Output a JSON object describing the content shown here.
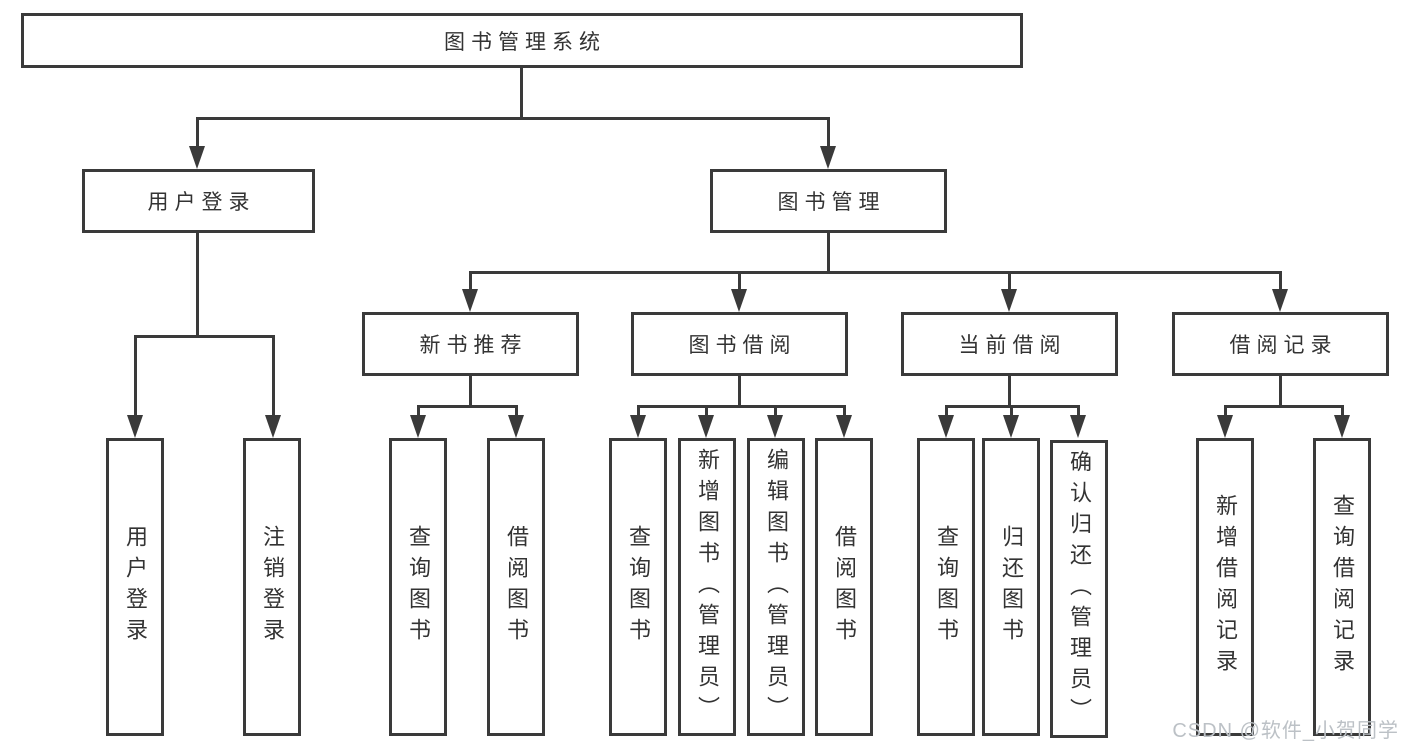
{
  "diagram": {
    "type": "hierarchy-org-chart",
    "tree": {
      "label": "图书管理系统",
      "children": [
        {
          "label": "用户登录",
          "children": [
            {
              "label": "用户登录"
            },
            {
              "label": "注销登录"
            }
          ]
        },
        {
          "label": "图书管理",
          "children": [
            {
              "label": "新书推荐",
              "children": [
                {
                  "label": "查询图书"
                },
                {
                  "label": "借阅图书"
                }
              ]
            },
            {
              "label": "图书借阅",
              "children": [
                {
                  "label": "查询图书"
                },
                {
                  "label": "新增图书（管理员）"
                },
                {
                  "label": "编辑图书（管理员）"
                },
                {
                  "label": "借阅图书"
                }
              ]
            },
            {
              "label": "当前借阅",
              "children": [
                {
                  "label": "查询图书"
                },
                {
                  "label": "归还图书"
                },
                {
                  "label": "确认归还（管理员）"
                }
              ]
            },
            {
              "label": "借阅记录",
              "children": [
                {
                  "label": "新增借阅记录"
                },
                {
                  "label": "查询借阅记录"
                }
              ]
            }
          ]
        }
      ]
    }
  },
  "watermark": {
    "text": "CSDN @软件_小贺同学",
    "color": "#bcc1c6"
  },
  "colors": {
    "line": "#3a3a3a",
    "box_border": "#3a3a3a",
    "text": "#333333",
    "background": "#ffffff"
  }
}
